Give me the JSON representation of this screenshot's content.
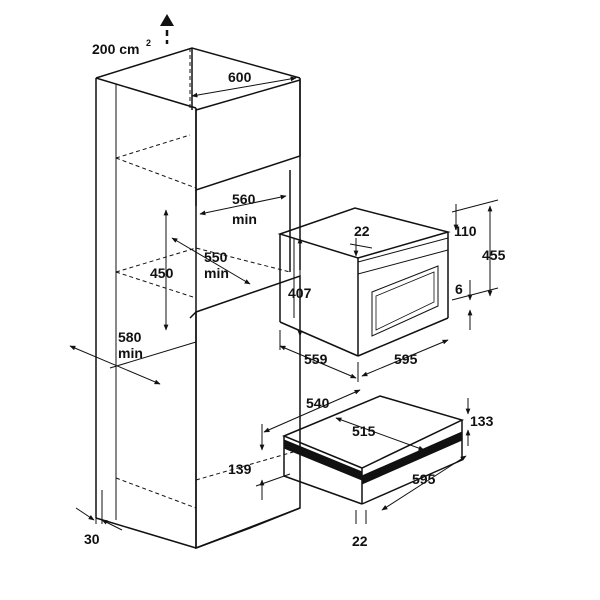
{
  "diagram": {
    "line_color": "#111111",
    "background": "#ffffff",
    "labels": {
      "vent_area": "200 cm",
      "vent_area_sup": "2",
      "niche_depth": "600",
      "niche_width": "560",
      "niche_width_min": "min",
      "niche_height": "450",
      "inner_depth": "550",
      "inner_depth_min": "min",
      "cabinet_depth": "580",
      "cabinet_depth_min": "min",
      "oven_height": "407",
      "oven_depth": "559",
      "oven_width": "595",
      "front_offset": "22",
      "top_offset": "110",
      "total_height": "455",
      "small_gap": "6",
      "drawer_depth_outer": "540",
      "drawer_depth_inner": "515",
      "drawer_height": "133",
      "drawer_width": "595",
      "drawer_front": "22",
      "drawer_base": "139",
      "plinth": "30"
    }
  }
}
